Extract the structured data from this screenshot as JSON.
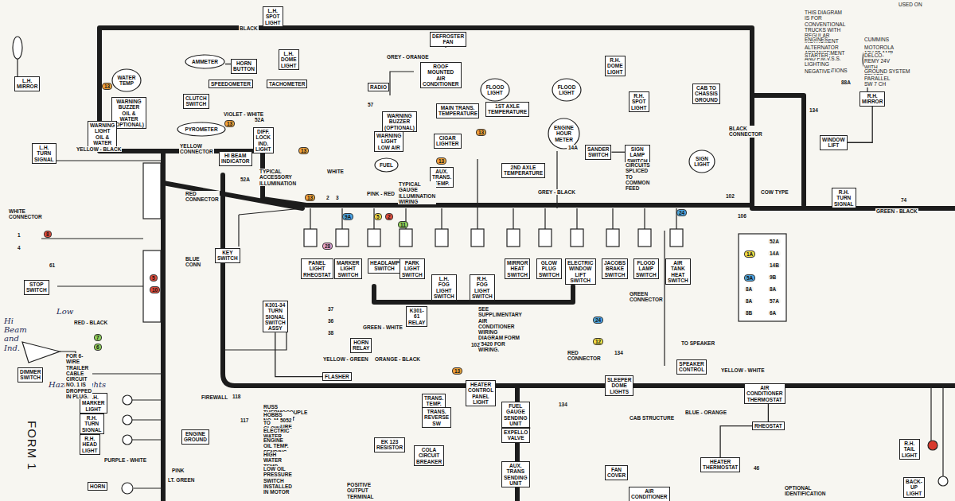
{
  "diagram": {
    "nodes": [
      {
        "text": [
          "L.H. MIRROR"
        ]
      },
      {
        "text": [
          "L.H. SPOT LIGHT"
        ]
      },
      {
        "text": [
          "WATER TEMP"
        ]
      },
      {
        "text": [
          "AMMETER"
        ]
      },
      {
        "text": [
          "HORN BUTTON"
        ]
      },
      {
        "text": [
          "WARNING BUZZER OIL & WATER (OPTIONAL)"
        ]
      },
      {
        "text": [
          "WARNING LIGHT OIL & WATER"
        ]
      },
      {
        "text": [
          "CLUTCH SWITCH"
        ]
      },
      {
        "text": [
          "PYROMETER"
        ]
      },
      {
        "text": [
          "SPEEDOMETER"
        ]
      },
      {
        "text": [
          "TACHOMETER"
        ]
      },
      {
        "text": [
          "HI BEAM INDICATOR"
        ]
      },
      {
        "text": [
          "L.H. DOME LIGHT"
        ]
      },
      {
        "text": [
          "RADIO"
        ]
      },
      {
        "text": [
          "ROOF MOUNTED AIR CONDITIONER"
        ]
      },
      {
        "text": [
          "DEFROSTER FAN"
        ]
      },
      {
        "text": [
          "FLOOD LIGHT"
        ]
      },
      {
        "text": [
          "FLOOD LIGHT"
        ]
      },
      {
        "text": [
          "R.H. DOME LIGHT"
        ]
      },
      {
        "text": [
          "R.H. SPOT LIGHT"
        ]
      },
      {
        "text": [
          "CAB TO CHASSIS GROUND"
        ]
      },
      {
        "text": [
          "SIGN LIGHT"
        ]
      },
      {
        "text": [
          "WINDOW LIFT"
        ]
      },
      {
        "text": [
          "R.H. MIRROR"
        ]
      },
      {
        "text": [
          "R.H. TURN SIGNAL"
        ]
      },
      {
        "text": [
          "DIFF. LOCK IND. LIGHT"
        ]
      },
      {
        "text": [
          "WARNING BUZZER (OPTIONAL)"
        ]
      },
      {
        "text": [
          "WARNING LIGHT LOW AIR"
        ]
      },
      {
        "text": [
          "MAIN TRANS. TEMPERATURE"
        ]
      },
      {
        "text": [
          "1ST AXLE TEMPERATURE"
        ]
      },
      {
        "text": [
          "ENGINE HOUR METER"
        ]
      },
      {
        "text": [
          "FUEL"
        ]
      },
      {
        "text": [
          "AUX. TRANS. TEMP."
        ]
      },
      {
        "text": [
          "2ND AXLE TEMPERATURE"
        ]
      },
      {
        "text": [
          "CIGAR LIGHTER"
        ]
      },
      {
        "text": [
          "SANDER SWITCH"
        ]
      },
      {
        "text": [
          "SIGN LAMP SWITCH"
        ]
      },
      {
        "text": [
          "KEY SWITCH"
        ]
      },
      {
        "text": [
          "STOP SWITCH"
        ]
      },
      {
        "text": [
          "DIMMER SWITCH"
        ]
      },
      {
        "text": [
          "K301-34 TURN SIGNAL SWITCH ASSY"
        ]
      },
      {
        "text": [
          "HORN RELAY"
        ]
      },
      {
        "text": [
          "K301-61 RELAY"
        ]
      },
      {
        "text": [
          "FLASHER"
        ]
      },
      {
        "text": [
          "HEATER CONTROL PANEL LIGHT"
        ]
      },
      {
        "text": [
          "SLEEPER DOME LIGHTS"
        ]
      },
      {
        "text": [
          "SPEAKER CONTROL"
        ]
      },
      {
        "text": [
          "AIR CONDITIONER THERMOSTAT"
        ]
      },
      {
        "text": [
          "RHEOSTAT"
        ]
      },
      {
        "text": [
          "HEATER THERMOSTAT"
        ]
      },
      {
        "text": [
          "R.H. TAIL LIGHT"
        ]
      },
      {
        "text": [
          "BACK-UP LIGHT"
        ]
      },
      {
        "text": [
          "R.H. MARKER LIGHT"
        ]
      },
      {
        "text": [
          "R.H. TURN SIGNAL"
        ]
      },
      {
        "text": [
          "R.H. HEAD LIGHT"
        ]
      },
      {
        "text": [
          "HORN"
        ]
      },
      {
        "text": [
          "ENGINE GROUND"
        ]
      },
      {
        "text": [
          "TRANS. TEMP."
        ]
      },
      {
        "text": [
          "TRANS. REVERSE SW"
        ]
      },
      {
        "text": [
          "FUEL GAUGE SENDING UNIT"
        ]
      },
      {
        "text": [
          "EXPELLO VALVE"
        ]
      },
      {
        "text": [
          "EK 123 RESISTOR"
        ]
      },
      {
        "text": [
          "COLA CIRCUIT BREAKER"
        ]
      },
      {
        "text": [
          "AUX. TRANS SENDING UNIT"
        ]
      },
      {
        "text": [
          "FAN COVER"
        ]
      },
      {
        "text": [
          "AIR CONDITIONER"
        ]
      },
      {
        "text": [
          "PANEL LIGHT RHEOSTAT"
        ]
      },
      {
        "text": [
          "MARKER LIGHT SWITCH"
        ]
      },
      {
        "text": [
          "HEADLAMP SWITCH"
        ]
      },
      {
        "text": [
          "PARK LIGHT SWITCH"
        ]
      },
      {
        "text": [
          "L.H. FOG LIGHT SWITCH"
        ]
      },
      {
        "text": [
          "R.H. FOG LIGHT SWITCH"
        ]
      },
      {
        "text": [
          "MIRROR HEAT SWITCH"
        ]
      },
      {
        "text": [
          "GLOW PLUG SWITCH"
        ]
      },
      {
        "text": [
          "ELECTRIC WINDOW LIFT SWITCH"
        ]
      },
      {
        "text": [
          "JACOBS BRAKE SWITCH"
        ]
      },
      {
        "text": [
          "FLOOD LAMP SWITCH"
        ]
      },
      {
        "text": [
          "AIR TANK HEAT SWITCH"
        ]
      },
      {
        "text": [
          "L.H. TURN SIGNAL"
        ]
      }
    ],
    "edges": [
      {
        "from": 43,
        "to": 40,
        "arrow": "none"
      },
      {
        "from": 35,
        "to": 36,
        "arrow": "none"
      },
      {
        "from": 47,
        "to": 48,
        "arrow": "none"
      },
      {
        "from": 48,
        "to": 49,
        "arrow": "none"
      },
      {
        "from": 59,
        "to": 60,
        "arrow": "none"
      },
      {
        "from": 52,
        "to": 53,
        "arrow": "none"
      },
      {
        "from": 3,
        "to": 4,
        "arrow": "none"
      },
      {
        "from": 22,
        "to": 23,
        "arrow": "none"
      }
    ],
    "labels": [
      "THIS DIAGRAM IS FOR CONVENTIONAL TRUCKS WITH REGULAR INSTRUMENT PANEL ARRANGEMENT AND F.M.V.S.S. LIGHTING SPECIFICATIONS",
      "ENGINES",
      "CUMMINS",
      "ALTERNATOR",
      "MOTOROLA 12V 85 AMP (120 AMP)",
      "STARTER",
      "DELCO-REMY 24V WITH SERIES PARALLEL SW 7 CH",
      "NEGATIVE",
      "GROUND SYSTEM",
      "USED ON",
      "FORM 1",
      "Hi Beam and Ind.",
      "Low",
      "Hazard Lights",
      "FOR 6-WIRE TRAILER CABLE CIRCUIT NO. 1 IS DROPPED IN PLUG.",
      "TYPICAL ACCESSORY ILLUMINATION",
      "TYPICAL GAUGE ILLUMINATION WIRING",
      "SEE SUPPLIMENTARY AIR CONDITIONER WIRING DIAGRAM FORM 15420 FOR WIRING.",
      "CIRCUITS SPLICED TO COMMON FEED",
      "WHITE CONNECTOR",
      "YELLOW CONNECTOR",
      "RED CONNECTOR",
      "BLUE CONN",
      "GREEN CONNECTOR",
      "RED CONNECTOR",
      "BLACK CONNECTOR",
      "FIREWALL",
      "RUSS THERMOCOUPLE IN EXHAUST PIPE",
      "HOBBS NO. M-5052 PRESSURE SWITCH (8 PSI) NO.1",
      "TO GLOW PLUG",
      "ELECTRIC WATER TEMP. SENDING UNIT",
      "ENGINE OIL TEMP. SENDING UNIT INSTALLED IN MOTOR",
      "HIGH WATER TEMP. SWITCH INSTALLED IN MOTOR",
      "LOW OIL PRESSURE SWITCH INSTALLED IN MOTOR",
      "POSITIVE OUTPUT TERMINAL",
      "CAB STRUCTURE",
      "OPTIONAL IDENTIFICATION",
      "TO SPEAKER",
      "COW TYPE",
      "YELLOW - BLACK",
      "GREEN - WHITE",
      "ORANGE - BLACK",
      "YELLOW - GREEN",
      "PURPLE - WHITE",
      "PINK",
      "LT. GREEN",
      "YELLOW - WHITE",
      "BLUE - ORANGE",
      "GREEN - BLACK",
      "GREY - BLACK",
      "PINK - RED",
      "GREY - ORANGE",
      "VIOLET - WHITE",
      "WHITE",
      "BLACK",
      "RED - BLACK",
      "1",
      "2",
      "3",
      "13",
      "13",
      "13",
      "13",
      "13",
      "13",
      "13",
      "4",
      "7",
      "6",
      "8",
      "5",
      "10",
      "36",
      "37",
      "38",
      "52A",
      "52A",
      "57",
      "14A",
      "52A",
      "14A",
      "1A",
      "14B",
      "5A",
      "9B",
      "8A",
      "8A",
      "8A",
      "57A",
      "8B",
      "6A",
      "102",
      "102",
      "134",
      "88A",
      "61",
      "118",
      "117",
      "134",
      "134",
      "24",
      "24",
      "9A",
      "11",
      "5",
      "12",
      "28",
      "2",
      "106",
      "46",
      "74"
    ]
  }
}
